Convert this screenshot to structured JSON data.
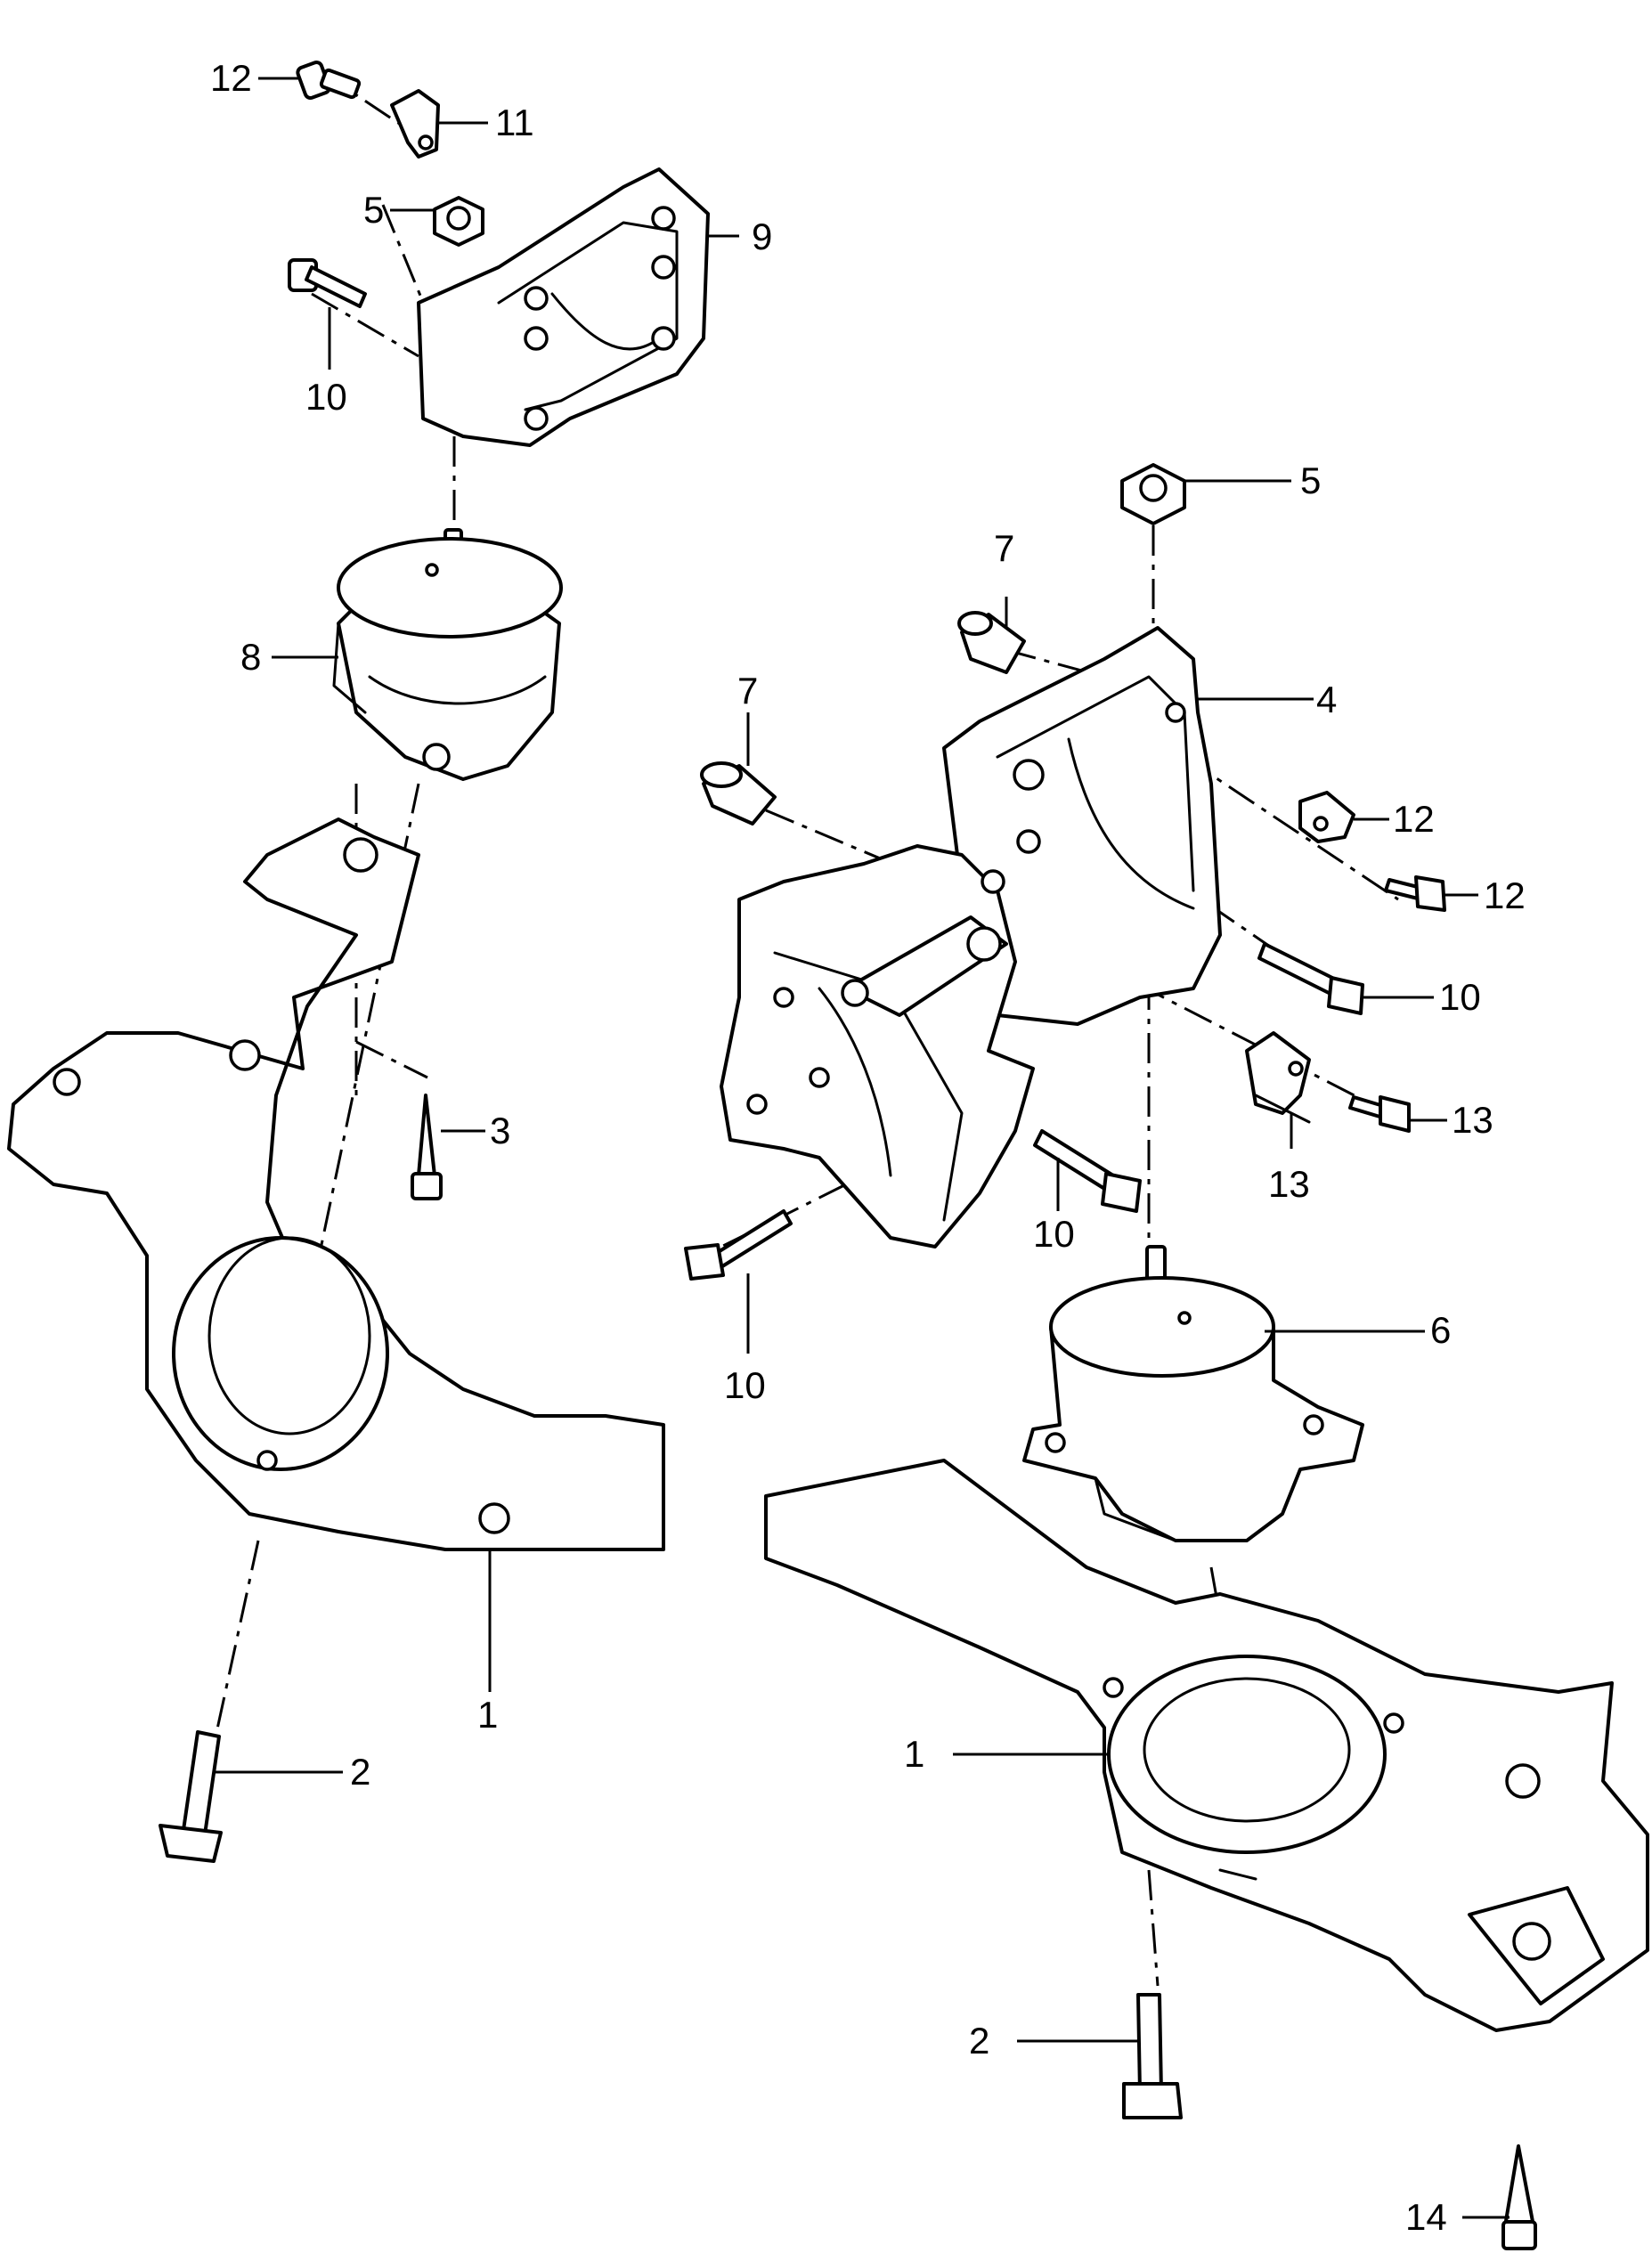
{
  "diagram": {
    "callouts": [
      {
        "id": "c1a",
        "label": "1"
      },
      {
        "id": "c1b",
        "label": "1"
      },
      {
        "id": "c2a",
        "label": "2"
      },
      {
        "id": "c2b",
        "label": "2"
      },
      {
        "id": "c3",
        "label": "3"
      },
      {
        "id": "c4",
        "label": "4"
      },
      {
        "id": "c5a",
        "label": "5"
      },
      {
        "id": "c5b",
        "label": "5"
      },
      {
        "id": "c6",
        "label": "6"
      },
      {
        "id": "c7a",
        "label": "7"
      },
      {
        "id": "c7b",
        "label": "7"
      },
      {
        "id": "c8",
        "label": "8"
      },
      {
        "id": "c9",
        "label": "9"
      },
      {
        "id": "c10a",
        "label": "10"
      },
      {
        "id": "c10b",
        "label": "10"
      },
      {
        "id": "c10c",
        "label": "10"
      },
      {
        "id": "c10d",
        "label": "10"
      },
      {
        "id": "c11a",
        "label": "11"
      },
      {
        "id": "c11b",
        "label": "11"
      },
      {
        "id": "c12a",
        "label": "12"
      },
      {
        "id": "c12b",
        "label": "12"
      },
      {
        "id": "c12c",
        "label": "12"
      },
      {
        "id": "c13",
        "label": "13"
      },
      {
        "id": "c14",
        "label": "14"
      }
    ]
  }
}
